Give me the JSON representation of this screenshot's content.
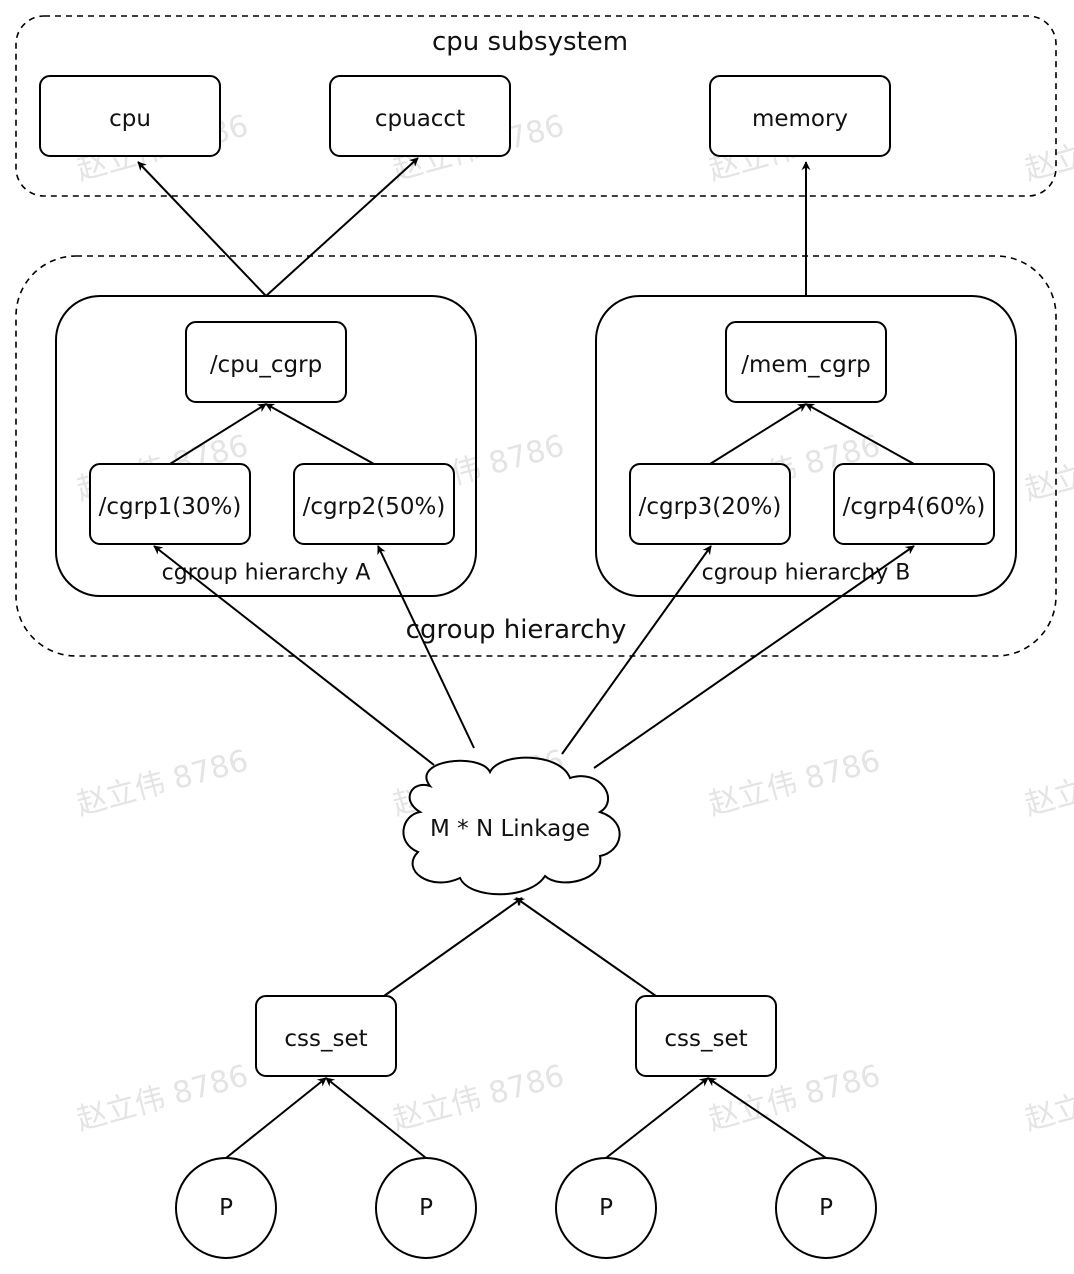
{
  "colors": {
    "stroke": "#000000",
    "text": "#111111",
    "watermark": "#e4e4e4",
    "background": "#ffffff"
  },
  "watermark": "赵立伟 8786",
  "subsystem": {
    "title": "cpu subsystem",
    "cpu": "cpu",
    "cpuacct": "cpuacct",
    "memory": "memory"
  },
  "hierarchy": {
    "title": "cgroup hierarchy",
    "a": {
      "label": "cgroup hierarchy A",
      "root": "/cpu_cgrp",
      "child1": "/cgrp1(30%)",
      "child2": "/cgrp2(50%)"
    },
    "b": {
      "label": "cgroup hierarchy B",
      "root": "/mem_cgrp",
      "child1": "/cgrp3(20%)",
      "child2": "/cgrp4(60%)"
    }
  },
  "linkage": "M * N Linkage",
  "css_set_1": "css_set",
  "css_set_2": "css_set",
  "process": [
    "P",
    "P",
    "P",
    "P"
  ]
}
